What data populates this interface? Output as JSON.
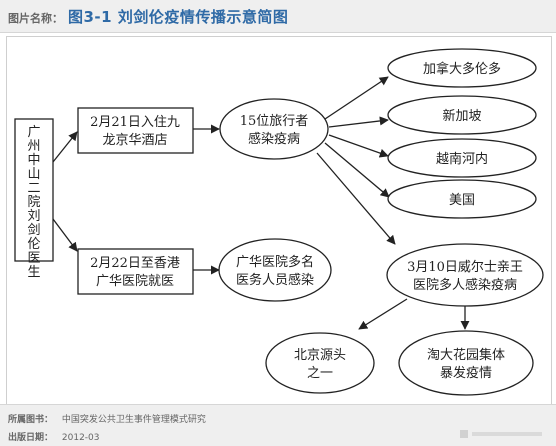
{
  "header": {
    "label": "图片名称：",
    "title": "图3-1  刘剑伦疫情传播示意简图"
  },
  "diagram": {
    "source_node": "广州中山二院刘剑伦医生",
    "nodes": {
      "hotel": [
        "2月21日入住九",
        "龙京华酒店"
      ],
      "hk_hospital": [
        "2月22日至香港",
        "广华医院就医"
      ],
      "travelers": [
        "15位旅行者",
        "感染疫病"
      ],
      "kwong_wah": [
        "广华医院多名",
        "医务人员感染"
      ],
      "canada": "加拿大多伦多",
      "singapore": "新加坡",
      "vietnam": "越南河内",
      "usa": "美国",
      "prince_wales": [
        "3月10日威尔士亲王",
        "医院多人感染疫病"
      ],
      "beijing": [
        "北京源头",
        "之一"
      ],
      "amoy": [
        "淘大花园集体",
        "暴发疫情"
      ]
    }
  },
  "footer": {
    "book_label": "所属图书：",
    "book_value": "中国突发公共卫生事件管理模式研究",
    "date_label": "出版日期：",
    "date_value": "2012-03"
  },
  "colors": {
    "header_title": "#2f6aa6",
    "line": "#222222",
    "background_bar": "#efefef"
  }
}
